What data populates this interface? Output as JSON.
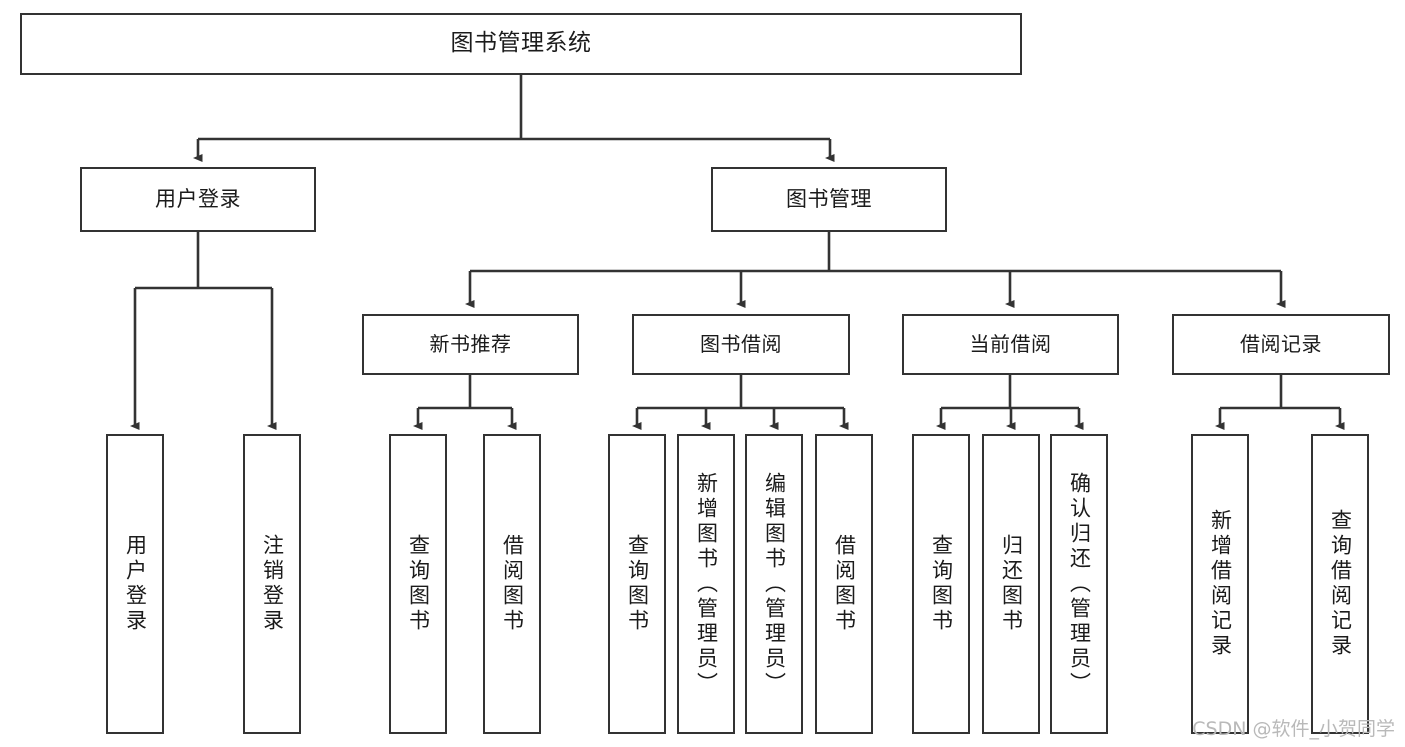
{
  "diagram": {
    "type": "tree",
    "title": "图书管理系统",
    "root": {
      "label": "图书管理系统"
    },
    "level1": [
      {
        "id": "user-login",
        "label": "用户登录"
      },
      {
        "id": "book-management",
        "label": "图书管理"
      }
    ],
    "level2": [
      {
        "id": "new-book-recommend",
        "label": "新书推荐",
        "parent": "book-management"
      },
      {
        "id": "book-borrow",
        "label": "图书借阅",
        "parent": "book-management"
      },
      {
        "id": "current-borrow",
        "label": "当前借阅",
        "parent": "book-management"
      },
      {
        "id": "borrow-record",
        "label": "借阅记录",
        "parent": "book-management"
      }
    ],
    "leaves": [
      {
        "id": "leaf-user-login",
        "label": "用户登录",
        "parent": "user-login"
      },
      {
        "id": "leaf-user-logout",
        "label": "注销登录",
        "parent": "user-login"
      },
      {
        "id": "leaf-query-book-1",
        "label": "查询图书",
        "parent": "new-book-recommend"
      },
      {
        "id": "leaf-borrow-book-1",
        "label": "借阅图书",
        "parent": "new-book-recommend"
      },
      {
        "id": "leaf-query-book-2",
        "label": "查询图书",
        "parent": "book-borrow"
      },
      {
        "id": "leaf-add-book",
        "label": "新增图书（管理员）",
        "parent": "book-borrow"
      },
      {
        "id": "leaf-edit-book",
        "label": "编辑图书（管理员）",
        "parent": "book-borrow"
      },
      {
        "id": "leaf-borrow-book-2",
        "label": "借阅图书",
        "parent": "book-borrow"
      },
      {
        "id": "leaf-query-book-3",
        "label": "查询图书",
        "parent": "current-borrow"
      },
      {
        "id": "leaf-return-book",
        "label": "归还图书",
        "parent": "current-borrow"
      },
      {
        "id": "leaf-confirm-return",
        "label": "确认归还（管理员）",
        "parent": "current-borrow"
      },
      {
        "id": "leaf-add-record",
        "label": "新增借阅记录",
        "parent": "borrow-record"
      },
      {
        "id": "leaf-query-record",
        "label": "查询借阅记录",
        "parent": "borrow-record"
      }
    ],
    "colors": {
      "stroke": "#333333",
      "fill": "#ffffff",
      "text": "#1b1b1b",
      "watermark": "#b9b9b9"
    }
  },
  "watermark": {
    "text": "CSDN @软件_小贺同学"
  }
}
